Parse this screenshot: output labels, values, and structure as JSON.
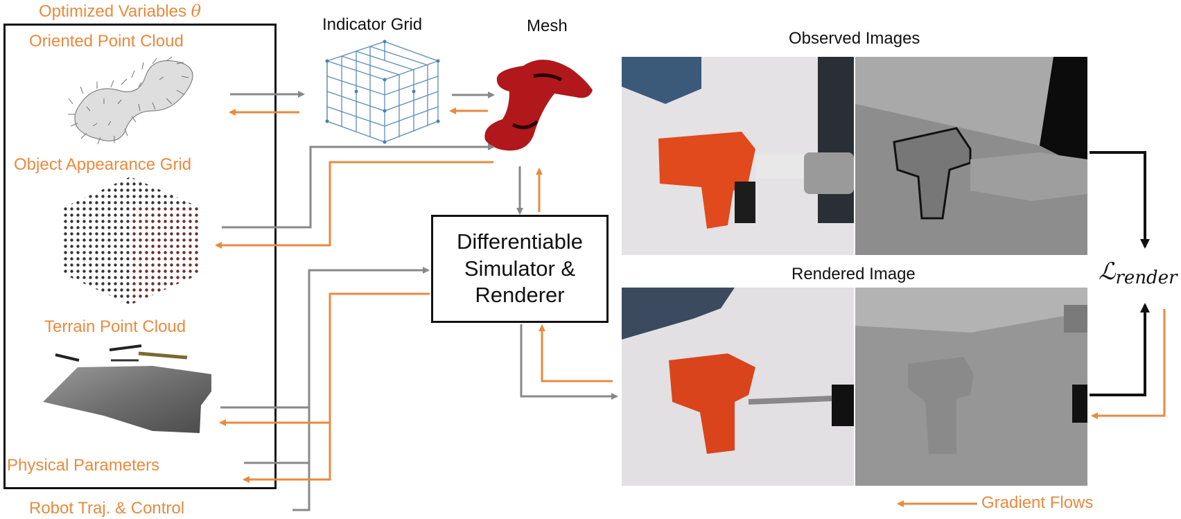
{
  "optimized": {
    "title": "Optimized Variables",
    "theta": "θ"
  },
  "inputs": {
    "point_cloud": "Oriented Point Cloud",
    "appearance": "Object Appearance Grid",
    "terrain": "Terrain Point Cloud",
    "physical": "Physical Parameters",
    "robot": "Robot Traj. & Control"
  },
  "indicator_grid": "Indicator Grid",
  "mesh": "Mesh",
  "simulator": {
    "line1": "Differentiable",
    "line2": "Simulator &",
    "line3": "Renderer"
  },
  "observed": "Observed Images",
  "rendered": "Rendered Image",
  "loss": {
    "symbol": "ℒ",
    "subscript": "render"
  },
  "legend": {
    "gradient": "Gradient Flows"
  },
  "colors": {
    "forward": "#888888",
    "gradient": "#E98A3E",
    "loss_arrow": "#111111"
  }
}
